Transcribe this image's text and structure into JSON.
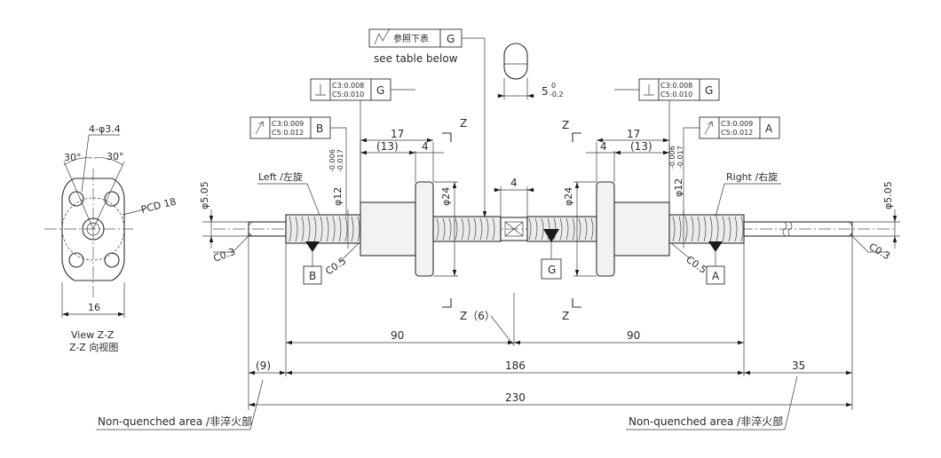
{
  "view_zz": {
    "hole_spec": "4-φ3.4",
    "angle_left": "30°",
    "angle_right": "30°",
    "pcd": "PCD 18",
    "width": "16",
    "caption_en": "View Z-Z",
    "caption_cn": "Z-Z 向视图"
  },
  "roughness_callout": {
    "symbol_note": "参照下表",
    "datum": "G",
    "note": "see table below"
  },
  "flat": {
    "dim": "5",
    "tol_upper": "0",
    "tol_lower": "-0.2"
  },
  "gdt_left_perp": {
    "line1": "C3:0.008",
    "line2": "C5:0.010",
    "datum": "G"
  },
  "gdt_right_perp": {
    "line1": "C3:0.008",
    "line2": "C5:0.010",
    "datum": "G"
  },
  "gdt_left_runout": {
    "line1": "C3:0.009",
    "line2": "C5:0.012",
    "datum": "B"
  },
  "gdt_right_runout": {
    "line1": "C3:0.009",
    "line2": "C5:0.012",
    "datum": "A"
  },
  "section_letter": "Z",
  "section_label": "Z（6）",
  "dims": {
    "left_17": "17",
    "left_13": "(13)",
    "left_4": "4",
    "right_17": "17",
    "right_13": "(13)",
    "right_4": "4",
    "center_4": "4",
    "dia24_left": "φ24",
    "dia24_right": "φ24",
    "dia12_left": "φ12",
    "dia12_right": "φ12",
    "tol12_upper": "-0.006",
    "tol12_lower": "-0.017",
    "dia505_left": "φ5.05",
    "dia505_right": "φ5.05",
    "c03_left": "C0.3",
    "c03_right": "C0.3",
    "c05_left": "C0.5",
    "c05_right": "C0.5",
    "len_90_left": "90",
    "len_90_right": "90",
    "len_9": "(9)",
    "len_186": "186",
    "len_35": "35",
    "len_230": "230"
  },
  "datums": {
    "b": "B",
    "g": "G",
    "a": "A"
  },
  "thread_left": "Left /左旋",
  "thread_right": "Right /右旋",
  "non_quenched_left": "Non-quenched area /非淬火部",
  "non_quenched_right": "Non-quenched area /非淬火部"
}
